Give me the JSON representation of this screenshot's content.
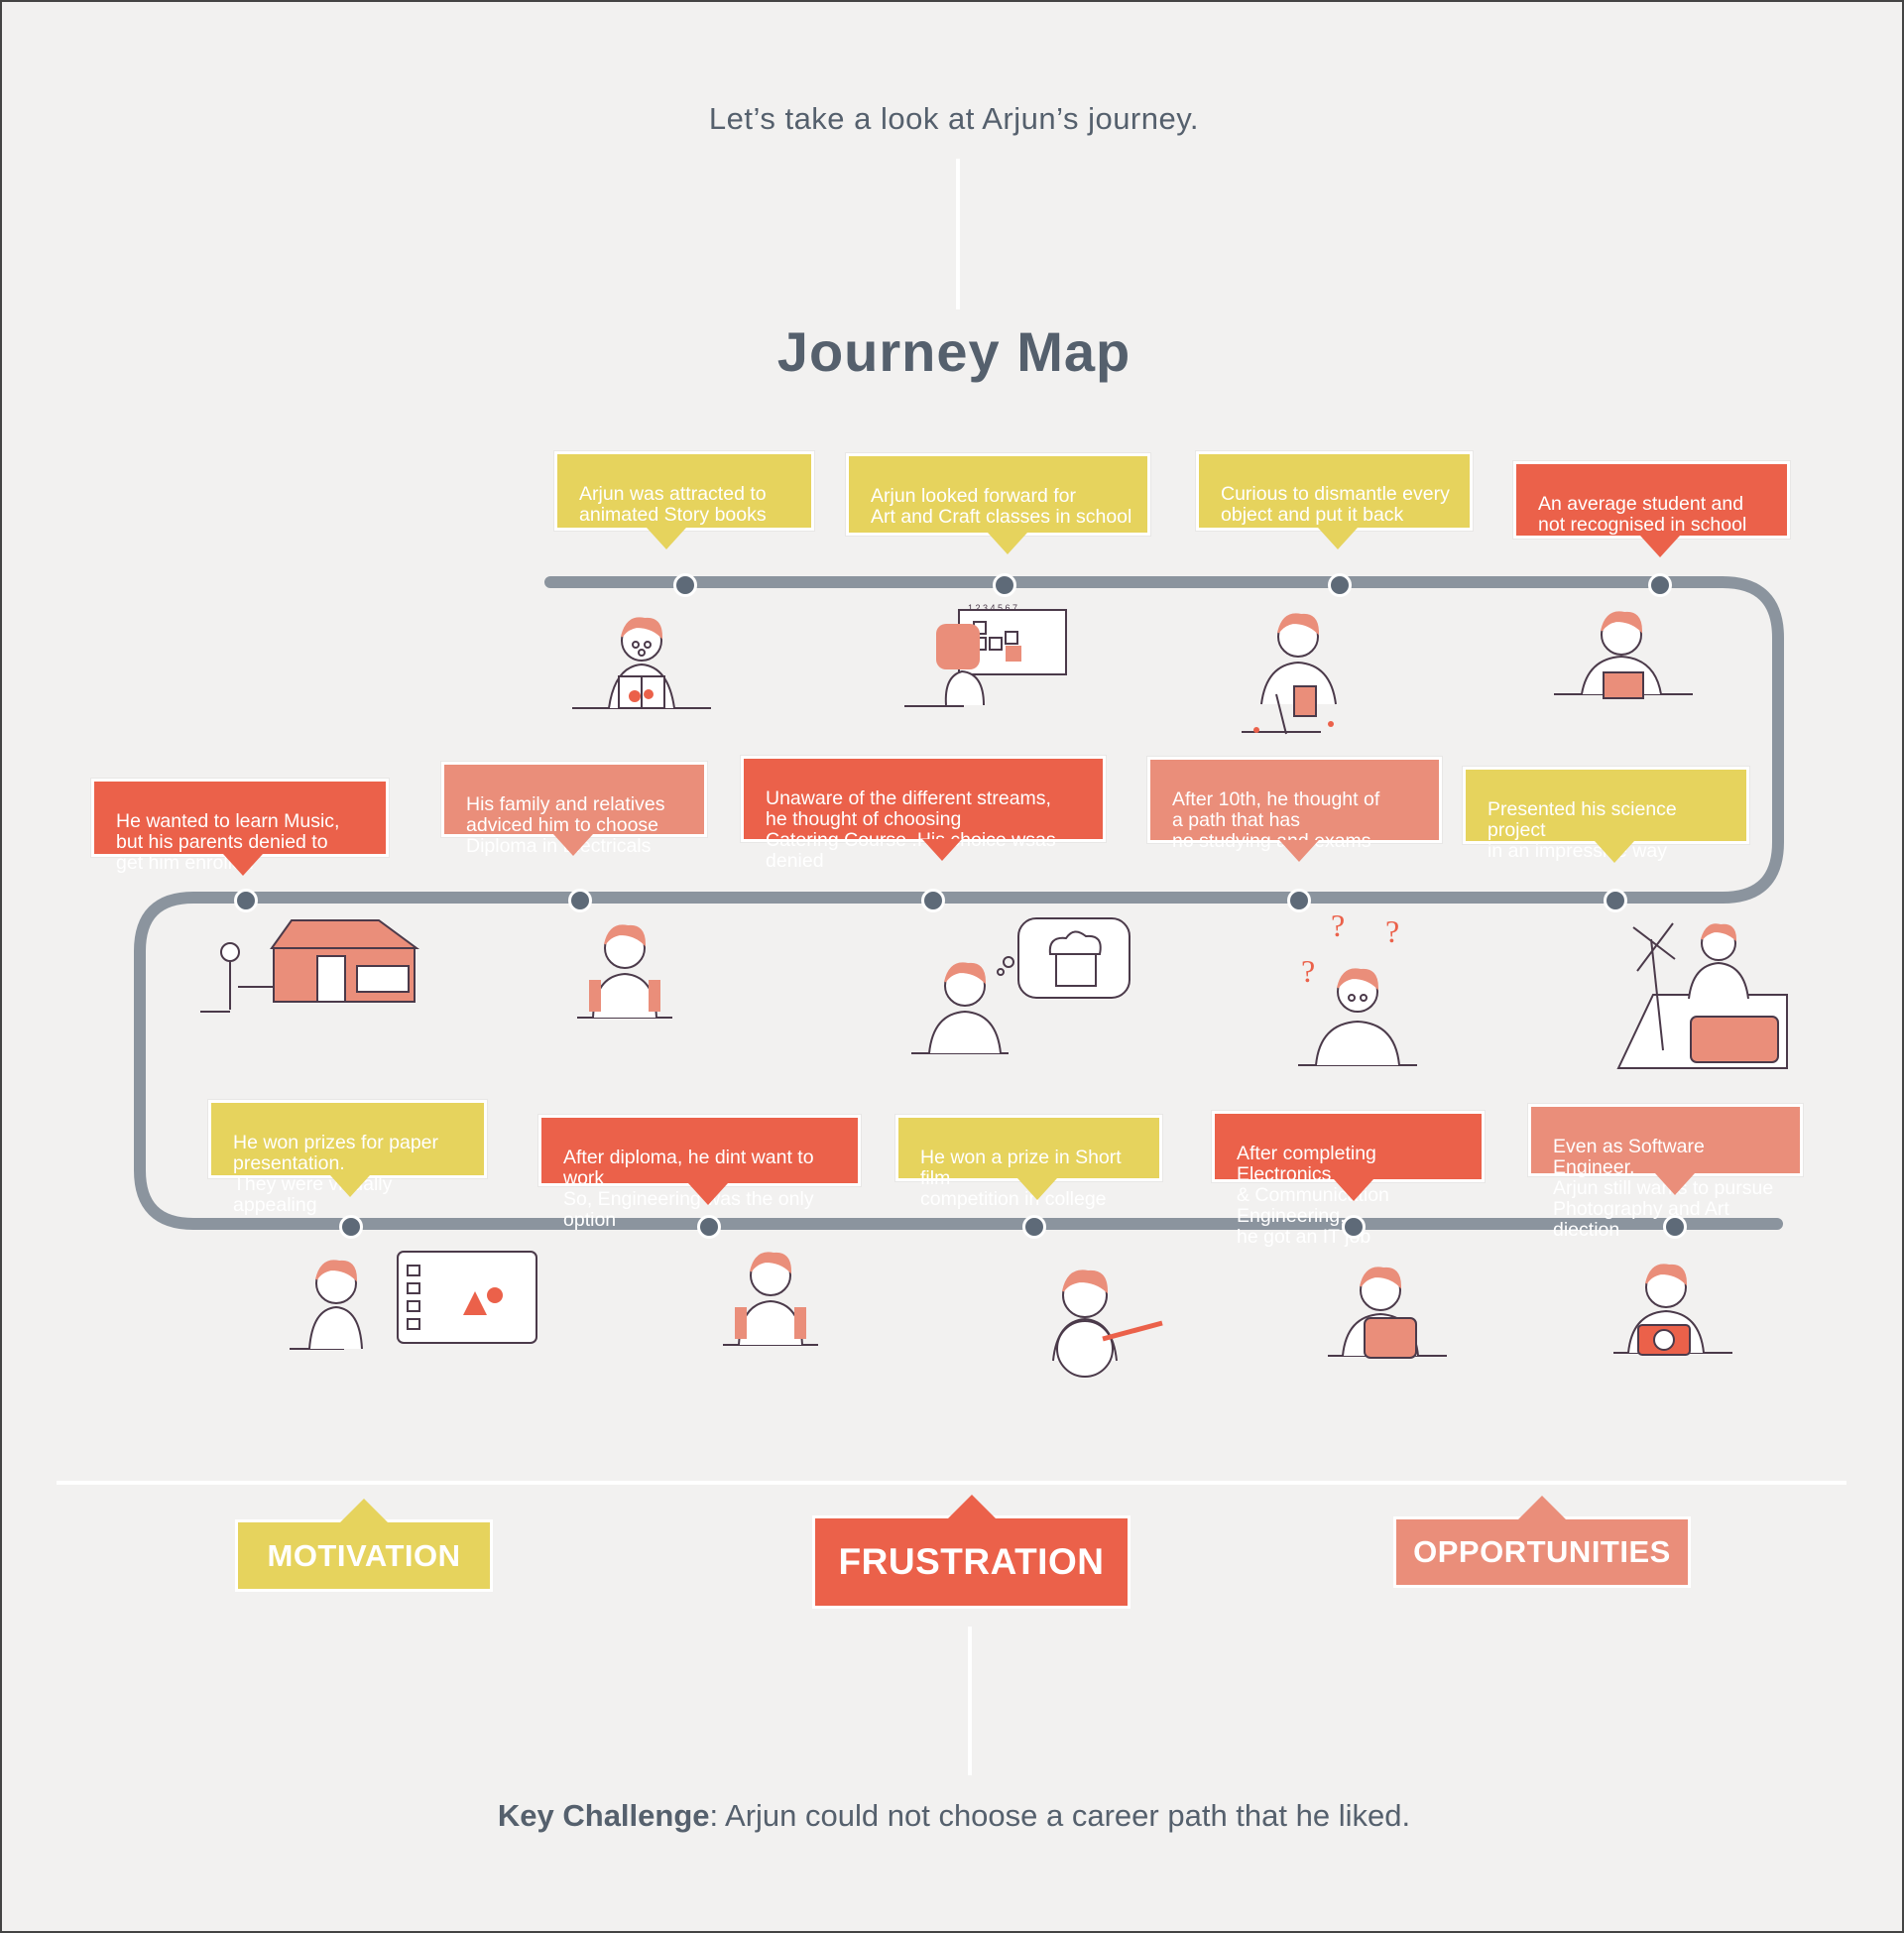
{
  "intro": "Let’s take a look at Arjun’s journey.",
  "title": "Journey Map",
  "steps": [
    {
      "text": "Arjun was attracted to\nanimated Story books",
      "category": "motivation"
    },
    {
      "text": "Arjun looked forward for\nArt and Craft classes in school",
      "category": "motivation"
    },
    {
      "text": "Curious to dismantle every\nobject and put it back",
      "category": "motivation"
    },
    {
      "text": "An average student and\nnot recognised in school",
      "category": "frustration"
    },
    {
      "text": "He wanted to learn Music,\nbut his parents denied to\nget him enrolled",
      "category": "frustration"
    },
    {
      "text": "His family and relatives\nadviced him to choose\nDiploma in Electricals",
      "category": "opportunities"
    },
    {
      "text": "Unaware of the different streams,\nhe thought of choosing\nCatering Course .His choice wsas denied",
      "category": "frustration"
    },
    {
      "text": "After 10th, he thought of\na path that has\nno studying and exams",
      "category": "opportunities"
    },
    {
      "text": "Presented his science project\nin an impressive way",
      "category": "motivation"
    },
    {
      "text": "He won prizes for paper\npresentation.\nThey were visually appealing",
      "category": "motivation"
    },
    {
      "text": "After diploma, he dint want to work\nSo, Engineering was the only option",
      "category": "frustration"
    },
    {
      "text": "He won a prize in Short film\ncompetition in college",
      "category": "motivation"
    },
    {
      "text": "After completing Electronics\n& Communication Engineering,\nhe got an IT job",
      "category": "frustration"
    },
    {
      "text": "Even as Software Engineer,\nArjun still wants to pursue\nPhotography and Art diection",
      "category": "opportunities"
    }
  ],
  "categories": [
    {
      "label": "MOTIVATION",
      "color": "#e6d35d"
    },
    {
      "label": "FRUSTRATION",
      "color": "#eb614a"
    },
    {
      "label": "OPPORTUNITIES",
      "color": "#ea8e7a"
    }
  ],
  "key_challenge": {
    "label": "Key Challenge",
    "text": ": Arjun could not choose a career path that he liked."
  },
  "colors": {
    "background": "#f2f1f0",
    "track": "#8b949e",
    "node": "#5e6a78",
    "text": "#55606d"
  }
}
